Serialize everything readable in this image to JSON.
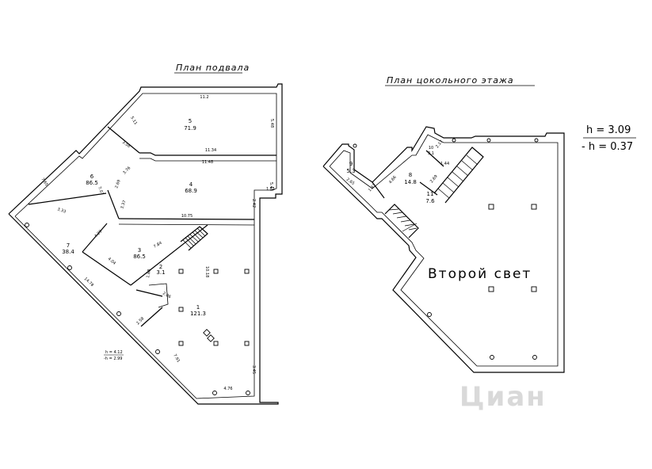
{
  "basement": {
    "title": "План подвала",
    "rooms": [
      {
        "no": "5",
        "area": "71.9"
      },
      {
        "no": "6",
        "area": "86.5"
      },
      {
        "no": "4",
        "area": "68.9"
      },
      {
        "no": "7",
        "area": "38.4"
      },
      {
        "no": "3",
        "area": "86.5"
      },
      {
        "no": "2",
        "area": "3.1"
      },
      {
        "no": "1",
        "area": "121.3"
      }
    ],
    "dims": {
      "d_11_2": "11.2",
      "d_5_11": "5.11",
      "d_5_48": "5.48",
      "d_3_58": "3.58",
      "d_11_34": "11.34",
      "d_11_48": "11.48",
      "d_7_65": "7.65",
      "d_7_07": "7.07",
      "d_3_76": "3.76",
      "d_5_43": "5.43",
      "d_1_51": "1.51",
      "d_2_69": "2.69",
      "d_3_37": "3.37",
      "d_2_42": "2.42",
      "d_3_33": "3.33",
      "d_10_75": "10.75",
      "d_4_29": "4.29",
      "d_7_84": "7.84",
      "d_4_04": "4.04",
      "d_14_78": "14.78",
      "d_10_18": "10.18",
      "d_1_88": "1.88",
      "d_2_06": "2.06",
      "d_2_58": "2.58",
      "d_7_91": "7.91",
      "d_3_45": "3.45",
      "d_4_76": "4.76"
    },
    "height_h": "h = 4.12",
    "height_minus_h": "-h = 2.99"
  },
  "ground_floor": {
    "title": "План цокольного этажа",
    "rooms": [
      {
        "no": "9",
        "area": "5.3"
      },
      {
        "no": "10",
        "area": "3.1"
      },
      {
        "no": "8",
        "area": "14.8"
      },
      {
        "no": "11",
        "area": "7.6"
      }
    ],
    "dims": {
      "d_2_17": "2.17",
      "d_1_44": "1.44",
      "d_2_65": "2.65",
      "d_4_66": "4.66",
      "d_1_43": "1.43",
      "d_2_69": "2.69"
    },
    "second_light": "Второй свет",
    "height_h": "h = 3.09",
    "height_minus_h": "- h = 0.37"
  },
  "watermark": "Циан"
}
